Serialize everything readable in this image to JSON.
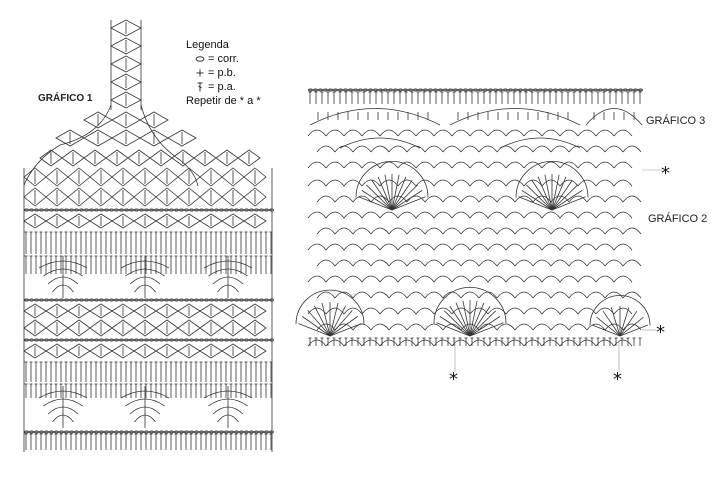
{
  "chart1": {
    "label": "GRÁFICO 1"
  },
  "chart2": {
    "label": "GRÁFICO 2"
  },
  "chart3": {
    "label": "GRÁFICO 3"
  },
  "legend": {
    "title": "Legenda",
    "items": [
      {
        "icon": "chain-icon",
        "text": "= corr."
      },
      {
        "icon": "single-crochet-icon",
        "text": "= p.b."
      },
      {
        "icon": "double-crochet-icon",
        "text": "= p.a."
      }
    ],
    "repeat": "Repetir de * a *"
  },
  "markers": {
    "star": "*"
  },
  "colors": {
    "ink": "#222222",
    "background": "#ffffff"
  }
}
